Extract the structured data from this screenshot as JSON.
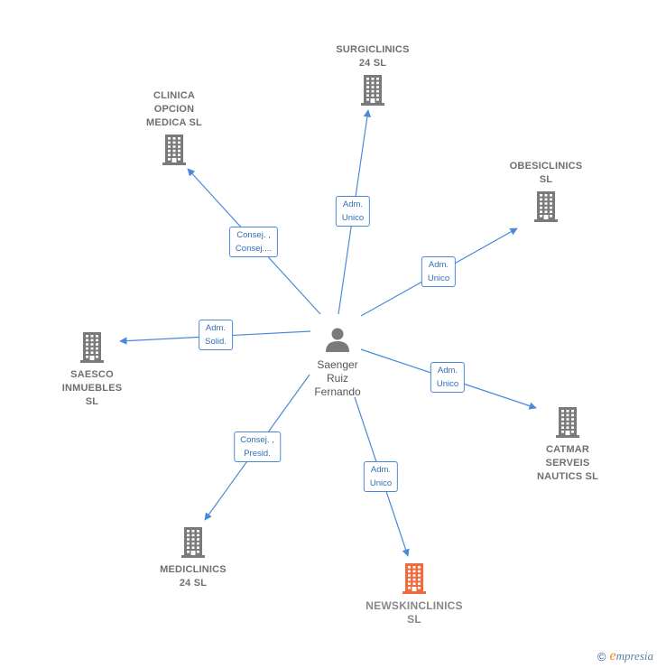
{
  "person": {
    "lines": [
      "Saenger",
      "Ruiz",
      "Fernando"
    ]
  },
  "companies": [
    {
      "id": "surgiclinics",
      "lines": [
        "SURGICLINICS",
        "24  SL"
      ],
      "highlight": false
    },
    {
      "id": "clinica",
      "lines": [
        "CLINICA",
        "OPCION",
        "MEDICA  SL"
      ],
      "highlight": false
    },
    {
      "id": "obesiclinics",
      "lines": [
        "OBESICLINICS",
        "SL"
      ],
      "highlight": false
    },
    {
      "id": "saesco",
      "lines": [
        "SAESCO",
        "INMUEBLES",
        "SL"
      ],
      "highlight": false
    },
    {
      "id": "catmar",
      "lines": [
        "CATMAR",
        "SERVEIS",
        "NAUTICS SL"
      ],
      "highlight": false
    },
    {
      "id": "mediclinics",
      "lines": [
        "MEDICLINICS",
        "24  SL"
      ],
      "highlight": false
    },
    {
      "id": "newskinclinics",
      "lines": [
        "NEWSKINCLINICS",
        "SL"
      ],
      "highlight": true
    }
  ],
  "edges": [
    {
      "target": "surgiclinics",
      "lines": [
        "Adm.",
        "Unico"
      ]
    },
    {
      "target": "clinica",
      "lines": [
        "Consej. ,",
        "Consej...."
      ]
    },
    {
      "target": "obesiclinics",
      "lines": [
        "Adm.",
        "Unico"
      ]
    },
    {
      "target": "saesco",
      "lines": [
        "Adm.",
        "Solid."
      ]
    },
    {
      "target": "catmar",
      "lines": [
        "Adm.",
        "Unico"
      ]
    },
    {
      "target": "mediclinics",
      "lines": [
        "Consej. ,",
        "Presid."
      ]
    },
    {
      "target": "newskinclinics",
      "lines": [
        "Adm.",
        "Unico"
      ]
    }
  ],
  "colors": {
    "edge": "#4a89d8",
    "building": "#7a7a7a",
    "building_highlight": "#f26a3c",
    "person": "#7a7a7a"
  },
  "footer": {
    "copyright": "©",
    "brand_initial": "e",
    "brand_rest": "mpresia"
  }
}
